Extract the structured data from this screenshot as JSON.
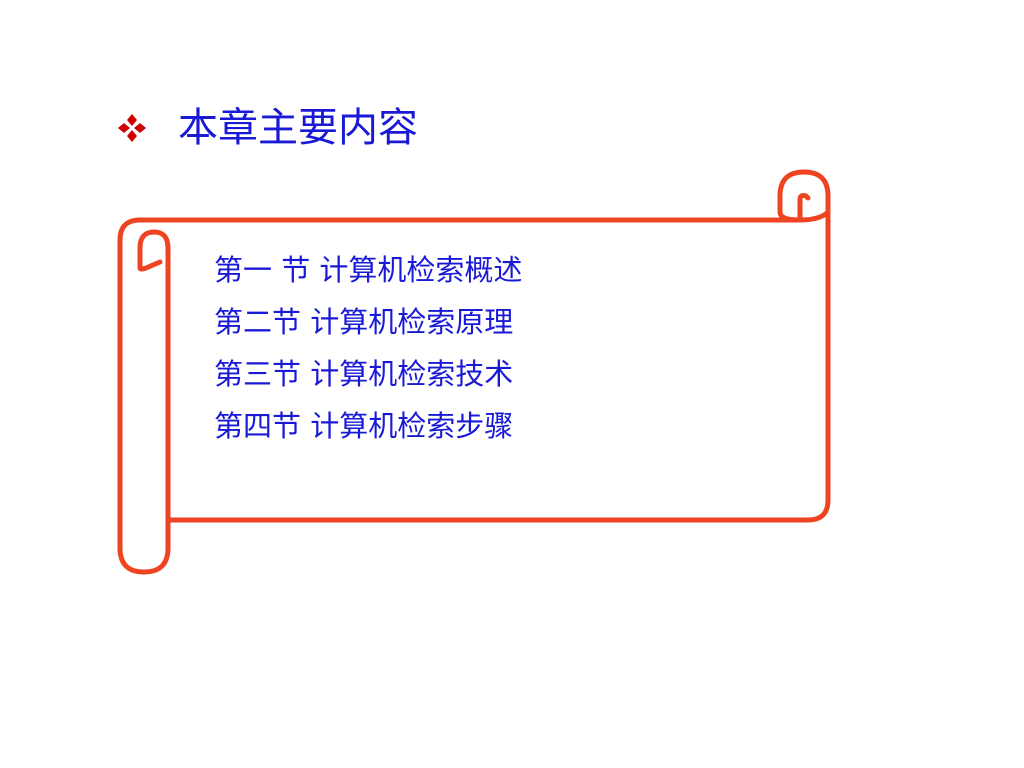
{
  "slide": {
    "title": "本章主要内容",
    "bullet_icon": "four-diamond-bullet-icon",
    "sections": [
      "第一 节  计算机检索概述",
      "第二节  计算机检索原理",
      "第三节 计算机检索技术",
      "第四节 计算机检索步骤"
    ]
  },
  "colors": {
    "text": "#1a1ad6",
    "accent": "#cc0000",
    "scroll_outline": "#ee4422"
  }
}
